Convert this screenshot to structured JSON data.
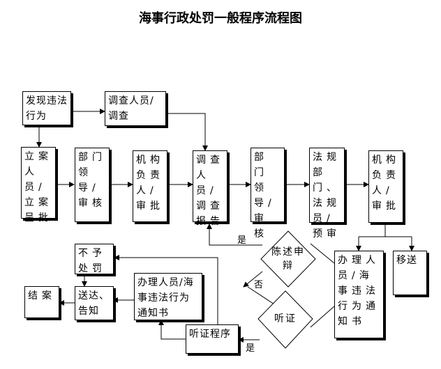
{
  "title": "海事行政处罚一般程序流程图",
  "nodes": {
    "discover": "发现违法行为",
    "investigator_top": "调查人员/调查",
    "filing": "立案人员/立案呈批",
    "dept_review1": "部门领导/审核",
    "org_approve1": "机构负责人/审批",
    "investigation_report": "调查人员/调查报告",
    "dept_review2": "部门领导/审核",
    "legal_review": "法规部门、法规员/预审",
    "org_approve2": "机构负责人/审批",
    "notice": "办理人员/海事违法行为通知书",
    "transfer": "移送",
    "statement": "陈述申辩",
    "hearing": "听证",
    "no_penalty": "不予处罚",
    "deliver": "送达、告知",
    "close": "结案",
    "decision": "办理人员/海事违法行为通知书",
    "hearing_proc": "听证程序"
  },
  "edges": {
    "yes1": "是",
    "no": "否",
    "yes2": "是"
  }
}
